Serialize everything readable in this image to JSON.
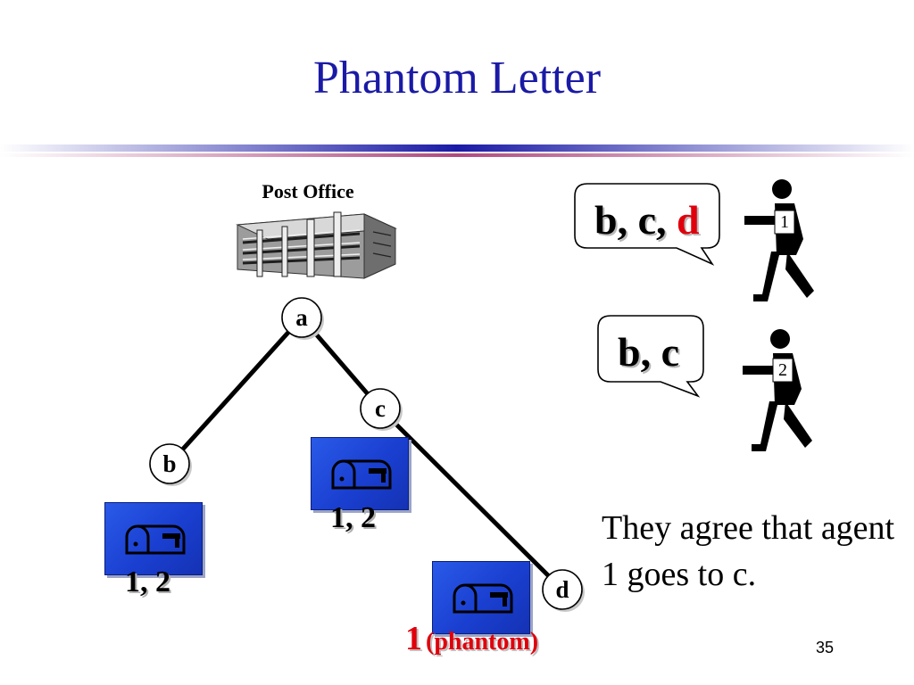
{
  "slide": {
    "title": "Phantom Letter",
    "number": "35",
    "accent_color": "#1a1aa6",
    "highlight_color": "#e0000c",
    "mailbox_color": "#1a3fd0"
  },
  "diagram": {
    "post_office_label": "Post Office",
    "post_office_icon": "building-icon",
    "nodes": [
      {
        "id": "a",
        "label": "a"
      },
      {
        "id": "b",
        "label": "b"
      },
      {
        "id": "c",
        "label": "c"
      },
      {
        "id": "d",
        "label": "d"
      }
    ],
    "edges": [
      [
        "a",
        "b"
      ],
      [
        "a",
        "c"
      ],
      [
        "c",
        "d"
      ]
    ],
    "mailboxes": {
      "b": {
        "label": "1, 2",
        "icon": "mailbox-icon"
      },
      "c": {
        "label": "1, 2",
        "icon": "mailbox-icon"
      },
      "d": {
        "label_number": "1",
        "label_note": "(phantom)",
        "icon": "mailbox-icon"
      }
    }
  },
  "agents": [
    {
      "id": "1",
      "badge": "1",
      "speech_prefix": "b, c, ",
      "speech_highlight": "d",
      "icon": "walking-person-icon"
    },
    {
      "id": "2",
      "badge": "2",
      "speech_prefix": "b, c",
      "speech_highlight": "",
      "icon": "walking-person-icon"
    }
  ],
  "agreement_text": "They agree that agent 1 goes to c."
}
